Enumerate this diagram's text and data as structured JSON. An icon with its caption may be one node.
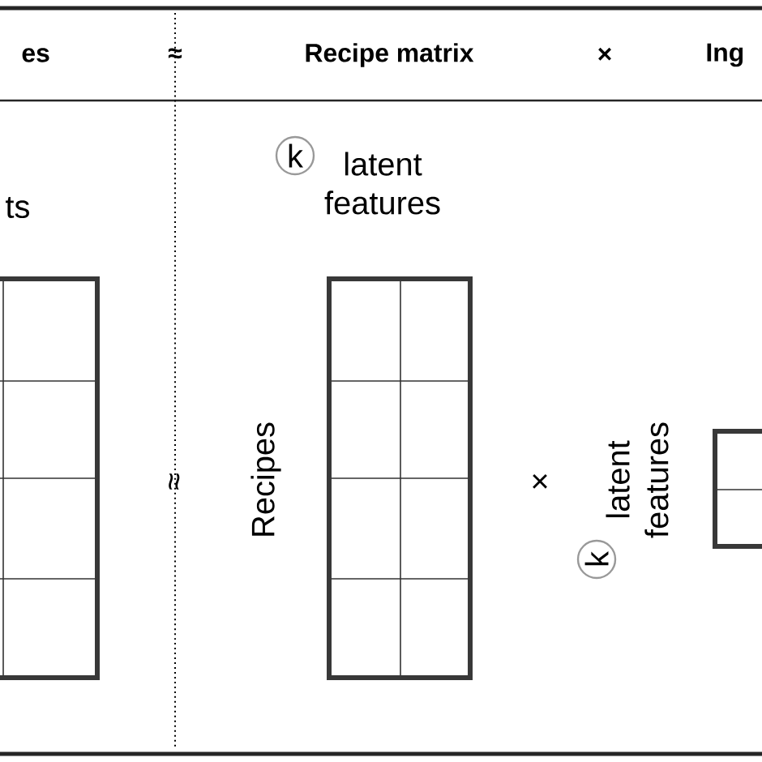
{
  "diagram": {
    "nodes": [
      {
        "text": [
          "k"
        ]
      },
      {
        "text": [
          "k"
        ]
      }
    ],
    "labels": [
      "es",
      "≈",
      "Recipe matrix",
      "×",
      "Ing",
      "ts",
      "latent features",
      "≈",
      "Recipes",
      "×",
      "latent features"
    ]
  }
}
